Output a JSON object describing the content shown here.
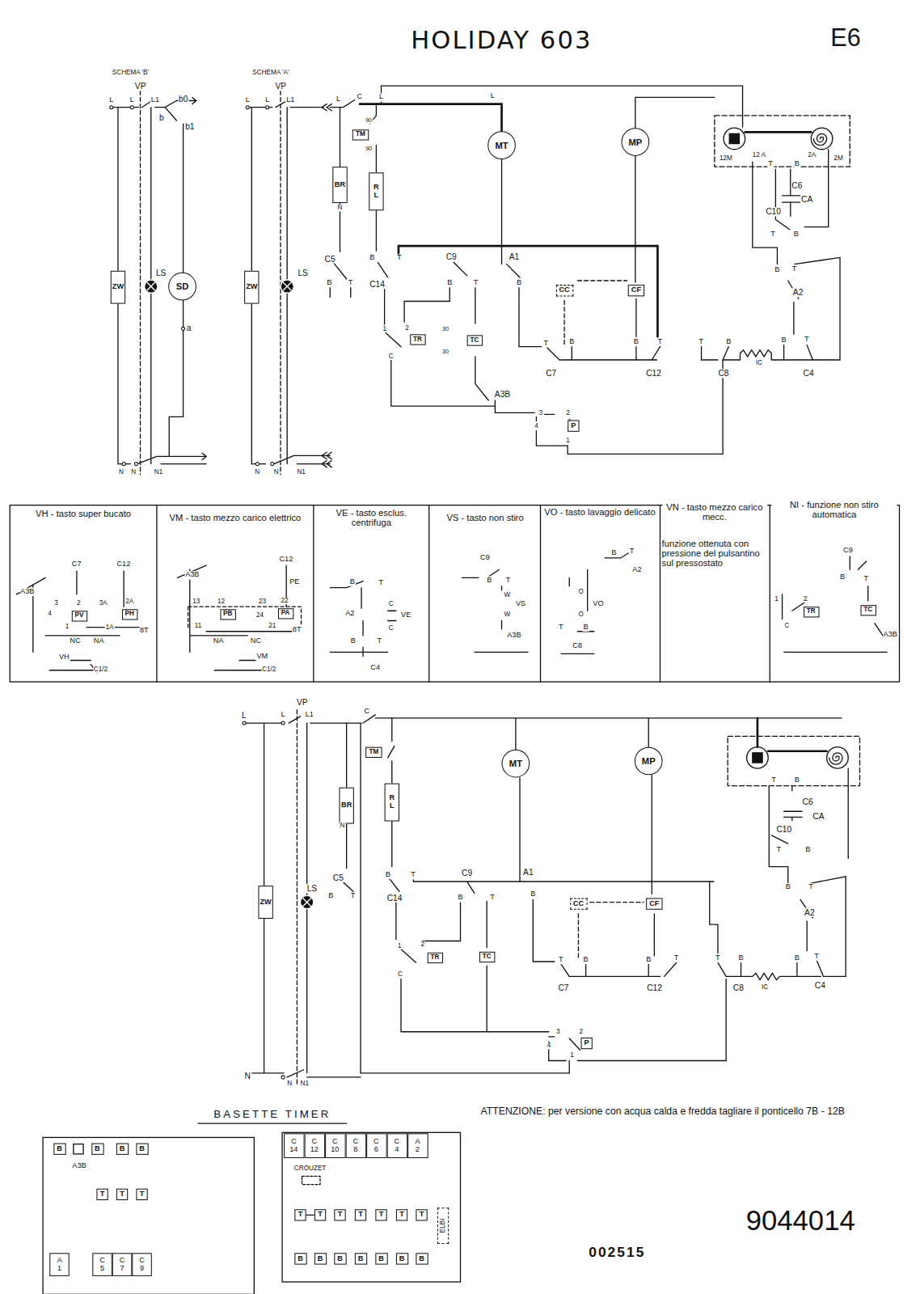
{
  "diagram": {
    "title": "HOLIDAY 603",
    "nodes": [
      {
        "text": [
          "ZW"
        ]
      },
      {
        "text": [
          "SD"
        ]
      },
      {
        "text": [
          "TM"
        ]
      },
      {
        "text": [
          "MT"
        ]
      },
      {
        "text": [
          "MP"
        ]
      },
      {
        "text": [
          "BR"
        ]
      },
      {
        "text": [
          "R L"
        ]
      },
      {
        "text": [
          "ZW"
        ]
      },
      {
        "text": [
          "TR"
        ]
      },
      {
        "text": [
          "TC"
        ]
      },
      {
        "text": [
          "CC"
        ]
      },
      {
        "text": [
          "CF"
        ]
      },
      {
        "text": [
          "P"
        ]
      },
      {
        "text": [
          "PV"
        ]
      },
      {
        "text": [
          "PH"
        ]
      },
      {
        "text": [
          "PB"
        ]
      },
      {
        "text": [
          "PA"
        ]
      },
      {
        "text": [
          "TR"
        ]
      },
      {
        "text": [
          "TC"
        ]
      },
      {
        "text": [
          "TM"
        ]
      },
      {
        "text": [
          "MT"
        ]
      },
      {
        "text": [
          "MP"
        ]
      },
      {
        "text": [
          "BR"
        ]
      },
      {
        "text": [
          "R L"
        ]
      },
      {
        "text": [
          "ZW"
        ]
      },
      {
        "text": [
          "TR"
        ]
      },
      {
        "text": [
          "TC"
        ]
      },
      {
        "text": [
          "CC"
        ]
      },
      {
        "text": [
          "CF"
        ]
      },
      {
        "text": [
          "P"
        ]
      },
      {
        "text": [
          "B"
        ]
      },
      {
        "text": [
          "B"
        ]
      },
      {
        "text": [
          "B"
        ]
      },
      {
        "text": [
          "B"
        ]
      },
      {
        "text": [
          "T"
        ]
      },
      {
        "text": [
          "T"
        ]
      },
      {
        "text": [
          "T"
        ]
      },
      {
        "text": [
          "A 1"
        ]
      },
      {
        "text": [
          "C 5"
        ]
      },
      {
        "text": [
          "C 7"
        ]
      },
      {
        "text": [
          "C 9"
        ]
      },
      {
        "text": [
          "C 14"
        ]
      },
      {
        "text": [
          "C 12"
        ]
      },
      {
        "text": [
          "C 10"
        ]
      },
      {
        "text": [
          "C 8"
        ]
      },
      {
        "text": [
          "C 6"
        ]
      },
      {
        "text": [
          "C 4"
        ]
      },
      {
        "text": [
          "A 2"
        ]
      },
      {
        "text": [
          "T"
        ]
      },
      {
        "text": [
          "T"
        ]
      },
      {
        "text": [
          "T"
        ]
      },
      {
        "text": [
          "T"
        ]
      },
      {
        "text": [
          "T"
        ]
      },
      {
        "text": [
          "T"
        ]
      },
      {
        "text": [
          "T"
        ]
      },
      {
        "text": [
          "B"
        ]
      },
      {
        "text": [
          "B"
        ]
      },
      {
        "text": [
          "B"
        ]
      },
      {
        "text": [
          "B"
        ]
      },
      {
        "text": [
          "B"
        ]
      },
      {
        "text": [
          "B"
        ]
      },
      {
        "text": [
          "B"
        ]
      },
      {
        "text": [
          "ELBI"
        ]
      }
    ],
    "labels": [
      "E6",
      "SCHEMA 'B'",
      "SCHEMA 'A'",
      "VP",
      "L",
      "L",
      "L1",
      "b0",
      "b",
      "b1",
      "LS",
      "a",
      "N",
      "N",
      "N1",
      "VP",
      "L",
      "L",
      "L1",
      "L",
      "C",
      "L",
      "L",
      "90",
      "90",
      "N",
      "C5",
      "B",
      "T",
      "C14",
      "B",
      "T",
      "C9",
      "A1",
      "B",
      "T",
      "B",
      "1",
      "2",
      "C",
      "30",
      "30",
      "A3B",
      "LS",
      "T",
      "B",
      "B",
      "T",
      "T",
      "B",
      "B",
      "T",
      "IC",
      "C7",
      "C12",
      "C8",
      "C4",
      "A2",
      "B",
      "T",
      "3",
      "2",
      "4",
      "1",
      "N",
      "N",
      "N1",
      "12M",
      "12 A",
      "2A",
      "2M",
      "T",
      "B",
      "C6",
      "CA",
      "C10",
      "T",
      "B",
      "VH - tasto super bucato",
      "VM - tasto mezzo carico elettrico",
      "VE - tasto esclus. centrifuga",
      "VS - tasto non stiro",
      "VO - tasto lavaggio delicato",
      "VN - tasto mezzo carico mecc.",
      "funzione ottenuta con pressione del pulsantino sul pressostato",
      "NI - funzione non stiro automatica",
      "A3B",
      "C7",
      "C12",
      "4",
      "2",
      "3A",
      "2A",
      "3",
      "1",
      "1A",
      "8T",
      "NC",
      "NA",
      "VH",
      "C1/2",
      "A3B",
      "C12",
      "PE",
      "13",
      "12",
      "23",
      "22",
      "24",
      "11",
      "21",
      "8T",
      "NA",
      "NC",
      "VM",
      "C1/2",
      "B",
      "T",
      "A2",
      "C",
      "VE",
      "C",
      "B",
      "T",
      "C4",
      "C9",
      "B",
      "T",
      "W",
      "VS",
      "W",
      "A3B",
      "B",
      "T",
      "A2",
      "O",
      "VO",
      "O",
      "B",
      "T",
      "C8",
      "C9",
      "B",
      "T",
      "1",
      "2",
      "C",
      "A3B",
      "VP",
      "L",
      "L",
      "L1",
      "C",
      "N",
      "C5",
      "B",
      "T",
      "B",
      "T",
      "C14",
      "C9",
      "A1",
      "B",
      "T",
      "B",
      "LS",
      "1",
      "2",
      "C",
      "T",
      "B",
      "B",
      "T",
      "T",
      "B",
      "IC",
      "B",
      "T",
      "C7",
      "C12",
      "C8",
      "C4",
      "A2",
      "B",
      "T",
      "T",
      "B",
      "C6",
      "CA",
      "C10",
      "T",
      "B",
      "3",
      "2",
      "4",
      "1",
      "N",
      "N",
      "N1",
      "ATTENZIONE: per versione con acqua calda e fredda tagliare il ponticello 7B - 12B",
      "BASETTE TIMER",
      "A3B",
      "CROUZET",
      "9044014",
      "002515"
    ]
  }
}
